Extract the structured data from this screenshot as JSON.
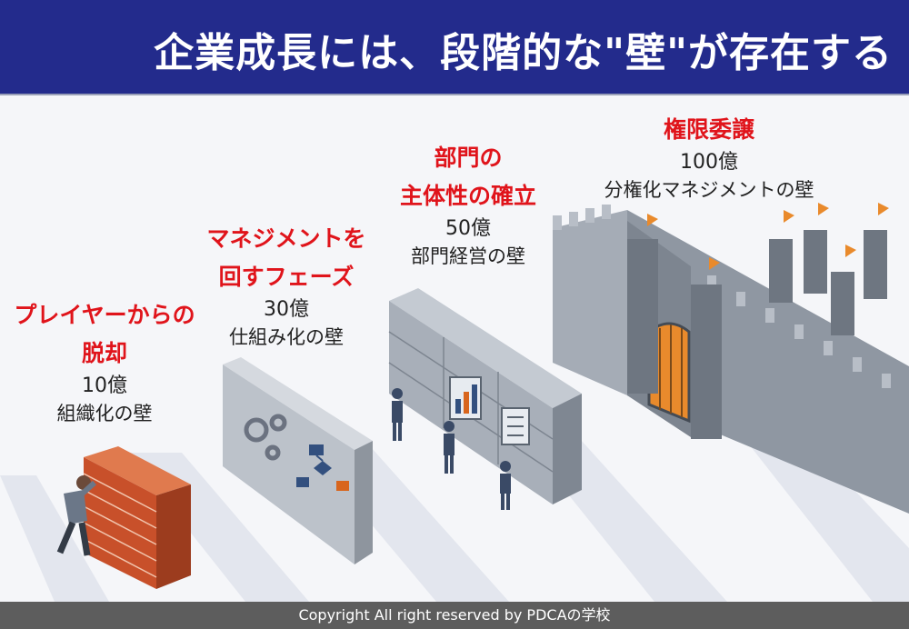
{
  "header": {
    "title": "企業成長には、段階的な\"壁\"が存在する"
  },
  "stages": [
    {
      "title_line1": "プレイヤーからの",
      "title_line2": "脱却",
      "value": "10億",
      "desc": "組織化の壁"
    },
    {
      "title_line1": "マネジメントを",
      "title_line2": "回すフェーズ",
      "value": "30億",
      "desc": "仕組み化の壁"
    },
    {
      "title_line1": "部門の",
      "title_line2": "主体性の確立",
      "value": "50億",
      "desc": "部門経営の壁"
    },
    {
      "title_line1": "権限委譲",
      "value": "100億",
      "desc": "分権化マネジメントの壁"
    }
  ],
  "footer": {
    "copyright": "Copyright All right reserved by PDCAの学校"
  },
  "colors": {
    "header_bg": "#232b8c",
    "accent_red": "#e0141b",
    "brick": "#c8502a",
    "stone": "#9aa2ad",
    "gate_orange": "#e98a2c",
    "footer_bg": "#5d5d5d"
  }
}
